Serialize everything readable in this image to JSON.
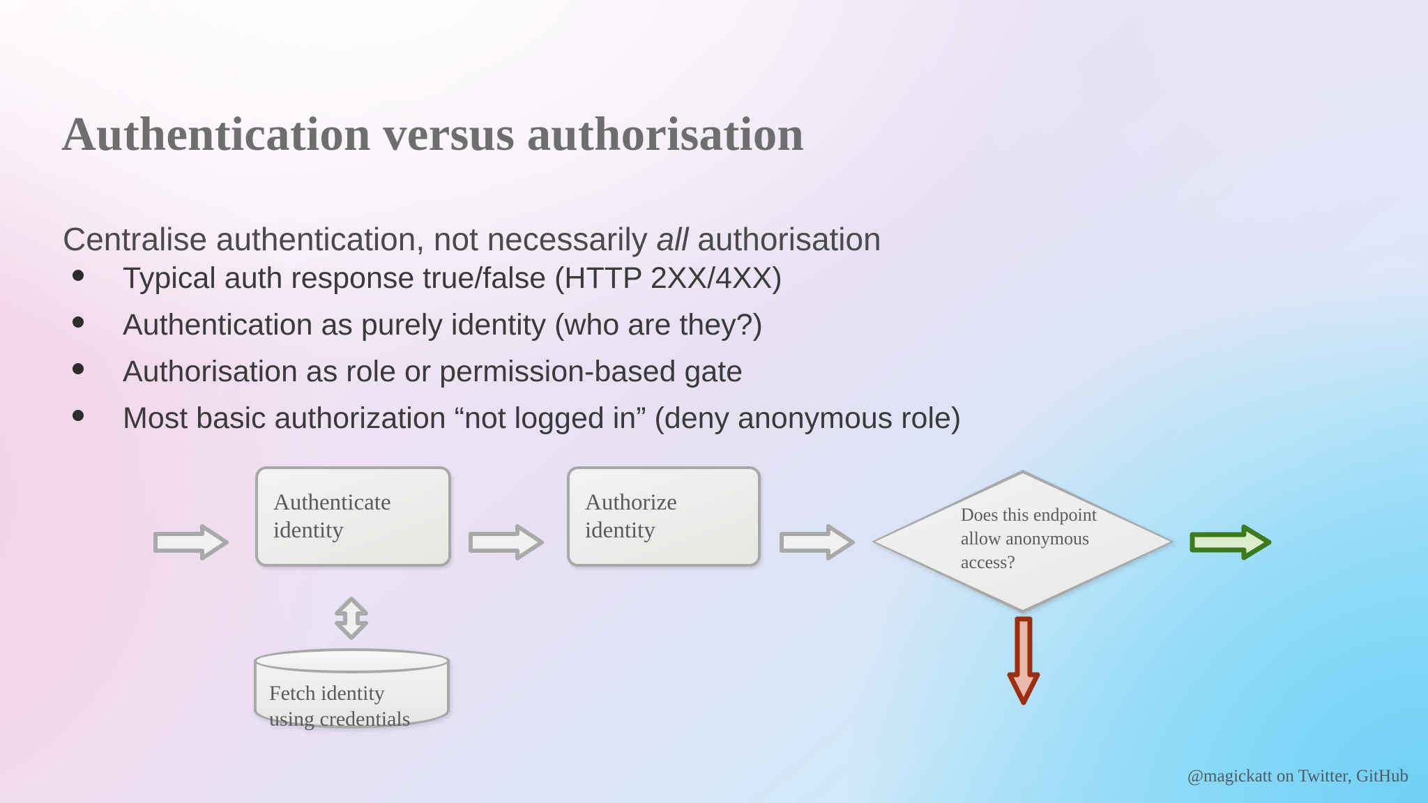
{
  "slide": {
    "title": "Authentication versus authorisation",
    "subtitle_before": "Centralise authentication, not necessarily ",
    "subtitle_emphasis": "all",
    "subtitle_after": " authorisation",
    "credit": "@magickatt on Twitter, GitHub"
  },
  "bullets": [
    {
      "text": "Typical auth response true/false (HTTP 2XX/4XX)"
    },
    {
      "text": "Authentication as purely identity (who are they?)"
    },
    {
      "text": "Authorisation as role or permission-based gate"
    },
    {
      "text": "Most basic authorization “not logged in” (deny anonymous role)"
    }
  ],
  "diagram": {
    "nodes": {
      "authenticate": {
        "label": "Authenticate identity",
        "shape": "process"
      },
      "authorize": {
        "label": "Authorize identity",
        "shape": "process"
      },
      "decision": {
        "label": "Does this endpoint allow anonymous access?",
        "shape": "diamond"
      },
      "datastore": {
        "label": "Fetch identity using credentials",
        "shape": "cylinder"
      }
    },
    "arrows": {
      "inbound": {
        "direction": "right",
        "style": "grey"
      },
      "auth_to_authz": {
        "direction": "right",
        "style": "grey"
      },
      "authz_to_check": {
        "direction": "right",
        "style": "grey"
      },
      "allow_out": {
        "direction": "right",
        "style": "green"
      },
      "deny_down": {
        "direction": "down",
        "style": "red"
      },
      "identity_lookup": {
        "direction": "updown",
        "style": "grey"
      }
    }
  },
  "colors": {
    "title": "#6e6e6e",
    "body_text": "#3a3a3a",
    "node_border": "#a8a8a8",
    "node_fill": "#eceded",
    "arrow_grey_border": "#a9a9a9",
    "arrow_grey_fill": "#f1f1ef",
    "arrow_green_border": "#3c7a1f",
    "arrow_green_fill": "#dcebca",
    "arrow_red_border": "#9c2f13",
    "arrow_red_fill": "#eab8ab",
    "bg_top_left": "#fdf4fa",
    "bg_top_right": "#e6e4f7",
    "bg_bottom_left": "#e9d5ec",
    "bg_bottom_right": "#7dd4f7"
  }
}
